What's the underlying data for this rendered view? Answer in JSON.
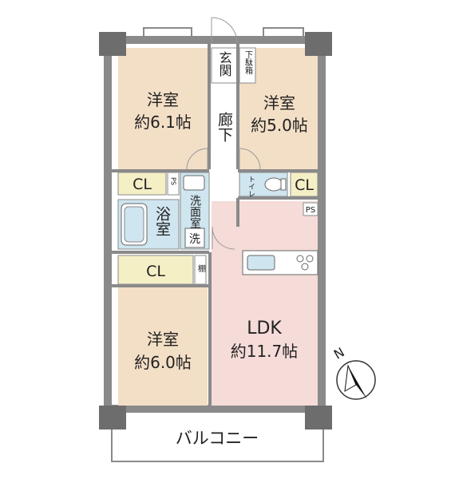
{
  "colors": {
    "wall": "#8a8a8a",
    "column": "#6d6d6d",
    "bedroom": "#f3dfc6",
    "ldk": "#f5dcd9",
    "closet": "#f5efc6",
    "wet_area": "#cfe5ef",
    "corridor": "#ffffff",
    "balcony": "#ffffff"
  },
  "rooms": {
    "bedroom_nw": {
      "name": "洋室",
      "size": "約6.1帖"
    },
    "bedroom_ne": {
      "name": "洋室",
      "size": "約5.0帖"
    },
    "bedroom_sw": {
      "name": "洋室",
      "size": "約6.0帖"
    },
    "ldk": {
      "name": "LDK",
      "size": "約11.7帖"
    },
    "bath": "浴室",
    "washroom": "洗面室",
    "washer": "洗",
    "toilet": "トイレ",
    "hall": "廊下",
    "entrance": "玄関",
    "shoe_cabinet": "下駄箱",
    "shelf": "棚",
    "ps_small": "PS",
    "ps": "PS",
    "closet_1": "CL",
    "closet_2": "CL",
    "closet_3": "CL",
    "balcony": "バルコニー"
  },
  "compass": {
    "label": "N",
    "icon": "north-arrow-icon"
  }
}
